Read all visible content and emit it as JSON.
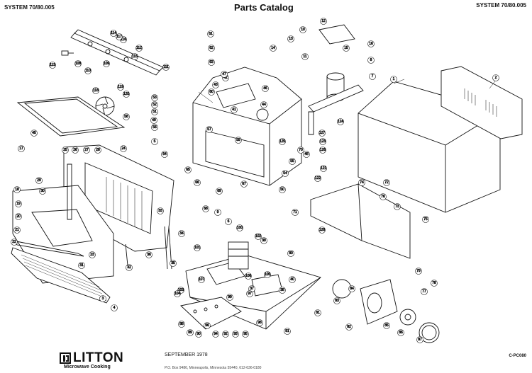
{
  "header": {
    "left_code": "SYSTEM 70/80.005",
    "title": "Parts Catalog",
    "right_code": "SYSTEM 70/80.005"
  },
  "footer": {
    "brand": "LITTON",
    "brand_sub": "Microwave Cooking",
    "date": "SEPTEMBER 1978",
    "address": "P.O. Box 9486, Minneapolis, Minnesota 55440, 612-636-0180",
    "code": "C-PC080"
  },
  "callouts": [
    "1",
    "2",
    "3",
    "4",
    "5",
    "6",
    "7",
    "8",
    "9",
    "10",
    "11",
    "12",
    "13",
    "14",
    "15",
    "16",
    "17",
    "18",
    "19",
    "20",
    "21",
    "22",
    "23",
    "24",
    "25",
    "26",
    "27",
    "28",
    "29",
    "30",
    "31",
    "32",
    "33",
    "34",
    "35",
    "36",
    "37",
    "38",
    "39",
    "40",
    "41",
    "42",
    "43",
    "44",
    "45",
    "46",
    "47",
    "48",
    "49",
    "50",
    "51",
    "52",
    "53",
    "54",
    "55",
    "56",
    "57",
    "58",
    "59",
    "60",
    "61",
    "62",
    "63",
    "64",
    "65",
    "66",
    "67",
    "68",
    "69",
    "70",
    "71",
    "72",
    "73",
    "74",
    "75",
    "76",
    "77",
    "78",
    "79",
    "80",
    "81",
    "82",
    "83",
    "84",
    "85",
    "86",
    "87",
    "88",
    "89",
    "90",
    "91",
    "92",
    "93",
    "94",
    "95",
    "96",
    "97",
    "98",
    "99",
    "100",
    "101",
    "102",
    "103",
    "104",
    "105",
    "106",
    "107",
    "108",
    "109",
    "110",
    "111",
    "112",
    "113",
    "114",
    "115",
    "116",
    "117",
    "118",
    "119",
    "120",
    "121",
    "122",
    "123",
    "124",
    "125",
    "126",
    "127",
    "128"
  ]
}
